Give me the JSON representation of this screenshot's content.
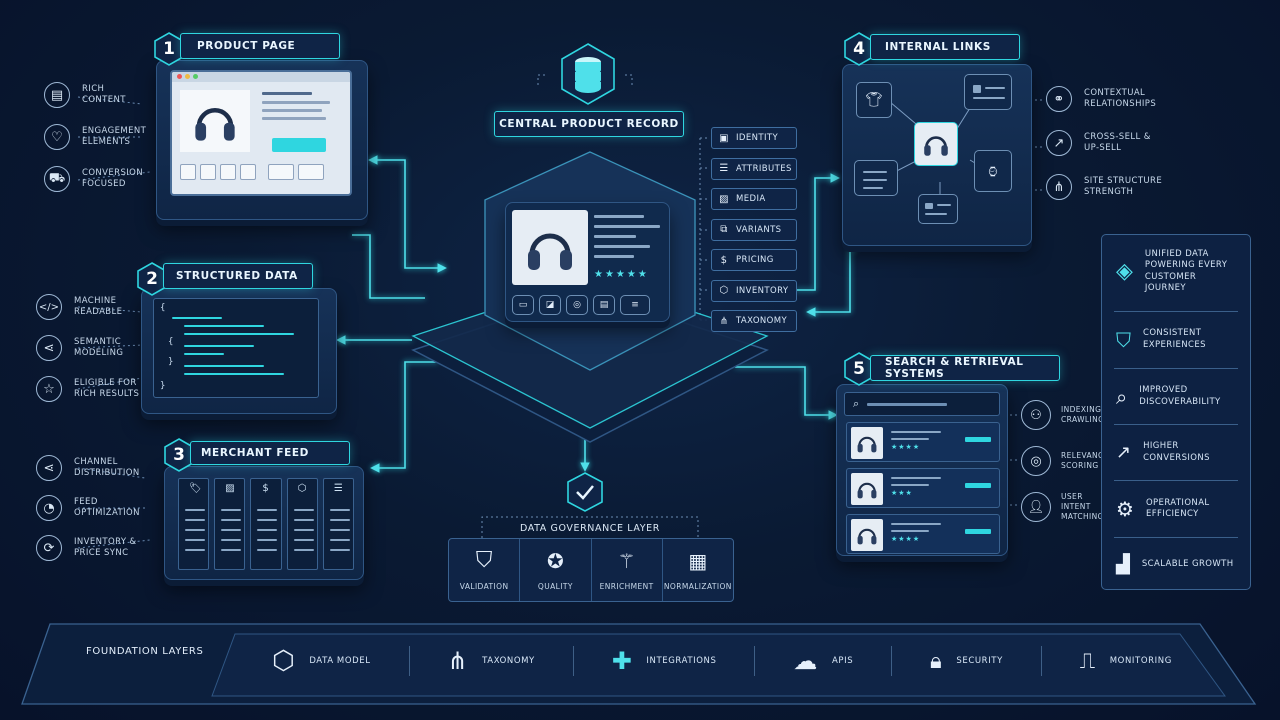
{
  "center": {
    "title": "Central Product Record",
    "attributes": [
      {
        "label": "Identity",
        "icon": "id-icon"
      },
      {
        "label": "Attributes",
        "icon": "list-icon"
      },
      {
        "label": "Media",
        "icon": "image-icon"
      },
      {
        "label": "Variants",
        "icon": "variants-icon"
      },
      {
        "label": "Pricing",
        "icon": "dollar-icon"
      },
      {
        "label": "Inventory",
        "icon": "box-icon"
      },
      {
        "label": "Taxonomy",
        "icon": "hierarchy-icon"
      }
    ]
  },
  "product_page": {
    "number": "1",
    "title": "Product Page",
    "features": [
      "Rich Content",
      "Engagement Elements",
      "Conversion Focused"
    ]
  },
  "structured_data": {
    "number": "2",
    "title": "Structured Data",
    "features": [
      "Machine Readable",
      "Semantic Modeling",
      "Eligible for Rich Results"
    ]
  },
  "merchant_feed": {
    "number": "3",
    "title": "Merchant Feed",
    "features": [
      "Channel Distribution",
      "Feed Optimization",
      "Inventory & Price Sync"
    ]
  },
  "internal_links": {
    "number": "4",
    "title": "Internal Links",
    "features": [
      "Contextual Relationships",
      "Cross-Sell & Up-Sell",
      "Site Structure Strength"
    ]
  },
  "search": {
    "number": "5",
    "title": "Search & Retrieval Systems",
    "features": [
      "Indexing & Crawling",
      "Relevance Scoring",
      "User Intent Matching"
    ]
  },
  "governance": {
    "title": "Data Governance Layer",
    "items": [
      "Validation",
      "Quality",
      "Enrichment",
      "Normalization"
    ]
  },
  "sidebar": {
    "items": [
      "Unified Data Powering Every Customer Journey",
      "Consistent Experiences",
      "Improved Discoverability",
      "Higher Conversions",
      "Operational Efficiency",
      "Scalable Growth"
    ]
  },
  "foundation": {
    "title": "Foundation Layers",
    "items": [
      "Data Model",
      "Taxonomy",
      "Integrations",
      "APIs",
      "Security",
      "Monitoring"
    ]
  },
  "colors": {
    "accent": "#2fd6e0",
    "background": "#0a1a33",
    "panel": "#163258"
  }
}
